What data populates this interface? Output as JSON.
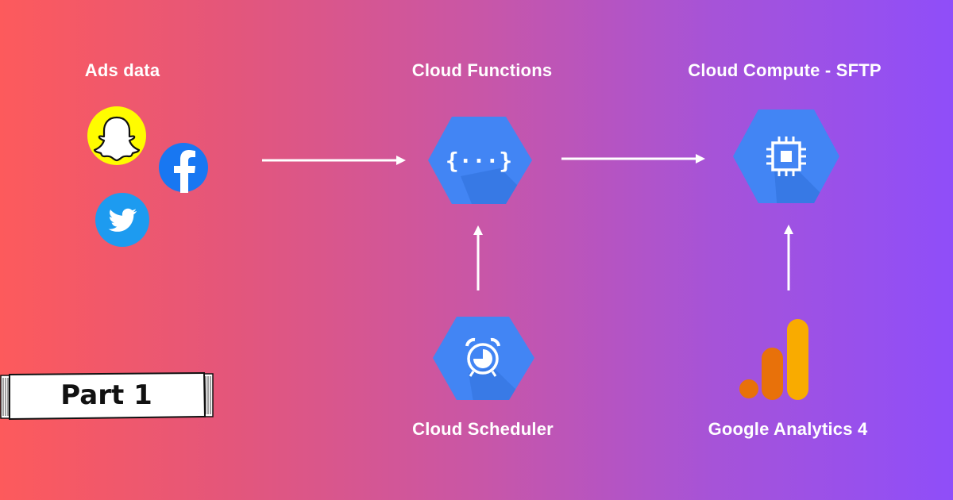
{
  "nodes": {
    "ads_data": {
      "label": "Ads data",
      "sources": [
        "snapchat-icon",
        "facebook-icon",
        "twitter-icon"
      ]
    },
    "cloud_functions": {
      "label": "Cloud Functions",
      "icon": "cloud-functions-icon"
    },
    "cloud_compute": {
      "label": "Cloud Compute - SFTP",
      "icon": "compute-engine-chip-icon"
    },
    "cloud_scheduler": {
      "label": "Cloud Scheduler",
      "icon": "alarm-clock-icon"
    },
    "google_analytics": {
      "label": "Google Analytics 4",
      "icon": "google-analytics-bars-icon"
    }
  },
  "banner": {
    "label": "Part 1"
  },
  "edges": [
    {
      "from": "ads_data",
      "to": "cloud_functions"
    },
    {
      "from": "cloud_functions",
      "to": "cloud_compute"
    },
    {
      "from": "cloud_scheduler",
      "to": "cloud_functions"
    },
    {
      "from": "google_analytics",
      "to": "cloud_compute"
    }
  ],
  "colors": {
    "gcp_hex": "#4285f4",
    "gcp_shadow": "#2f6fd8",
    "snapchat": "#fffc00",
    "facebook": "#1877f2",
    "twitter": "#1d9bf0",
    "ga_dark": "#e8710a",
    "ga_light": "#f9ab00"
  }
}
